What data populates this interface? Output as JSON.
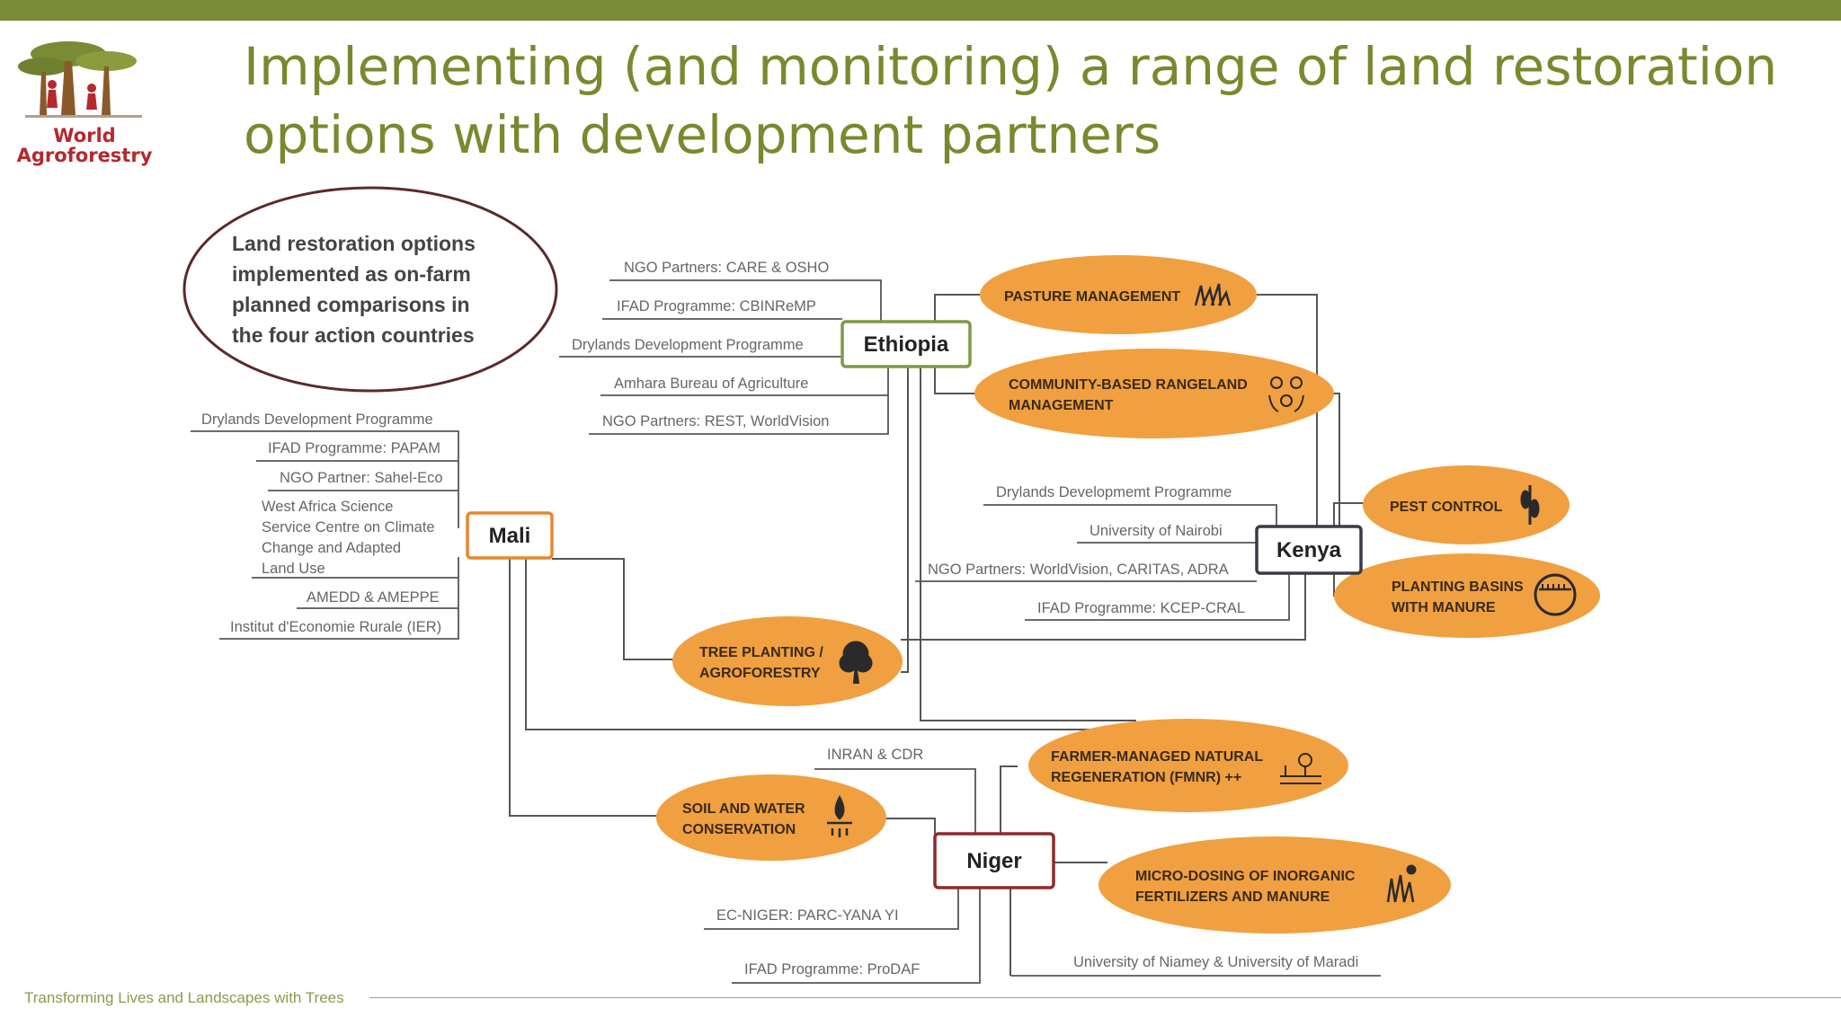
{
  "colors": {
    "accent": "#7a8a35",
    "title": "#778a2e",
    "option_fill": "#f0a040",
    "option_text": "#3a2a1a",
    "logo_red": "#b5282c",
    "ethiopia": "#7d9a46",
    "mali": "#e8862e",
    "kenya": "#3a3a48",
    "niger": "#8e2a2a",
    "line": "#555555",
    "partner_text": "#666666"
  },
  "logo": {
    "line1": "World",
    "line2": "Agroforestry"
  },
  "title": {
    "line1": "Implementing (and monitoring) a range of land restoration",
    "line2": "options with development partners"
  },
  "diagram": {
    "intro_lines": [
      "Land restoration options",
      "implemented as on-farm",
      "planned comparisons in",
      "the four action countries"
    ],
    "countries": {
      "ethiopia": "Ethiopia",
      "mali": "Mali",
      "kenya": "Kenya",
      "niger": "Niger"
    },
    "options": {
      "pasture": [
        "PASTURE MANAGEMENT"
      ],
      "rangeland": [
        "COMMUNITY-BASED RANGELAND",
        "MANAGEMENT"
      ],
      "pest": [
        "PEST CONTROL"
      ],
      "basins": [
        "PLANTING BASINS",
        "WITH MANURE"
      ],
      "tree": [
        "TREE PLANTING /",
        "AGROFORESTRY"
      ],
      "fmnr": [
        "FARMER-MANAGED NATURAL",
        "REGENERATION (FMNR) ++"
      ],
      "swc": [
        "SOIL AND WATER",
        "CONSERVATION"
      ],
      "microdosing": [
        "MICRO-DOSING OF INORGANIC",
        "FERTILIZERS AND MANURE"
      ]
    },
    "icons": {
      "pasture": "grass-icon",
      "rangeland": "community-icon",
      "pest": "plant-icon",
      "basins": "planting-basin-icon",
      "tree": "tree-icon",
      "fmnr": "regeneration-icon",
      "swc": "water-drop-icon",
      "microdosing": "fertilizer-icon"
    },
    "partners": {
      "ethiopia": [
        "NGO Partners: CARE & OSHO",
        "IFAD Programme: CBINReMP",
        "Drylands Development Programme",
        "Amhara Bureau of Agriculture",
        "NGO Partners: REST, WorldVision"
      ],
      "mali": [
        "Drylands Development Programme",
        "IFAD Programme: PAPAM",
        "NGO Partner: Sahel-Eco",
        [
          "West Africa Science",
          "Service Centre on Climate",
          "Change and Adapted",
          "Land Use"
        ],
        "AMEDD  & AMEPPE",
        "Institut d'Economie Rurale (IER)"
      ],
      "kenya": [
        "Drylands Developmemt Programme",
        "University of Nairobi",
        "NGO Partners: WorldVision, CARITAS, ADRA",
        "IFAD Programme: KCEP-CRAL"
      ],
      "niger": [
        "INRAN & CDR",
        "EC-NIGER: PARC-YANA YI",
        "IFAD Programme: ProDAF",
        "University of Niamey & University of Maradi"
      ]
    }
  },
  "footer": {
    "text": "Transforming Lives and Landscapes with Trees"
  }
}
